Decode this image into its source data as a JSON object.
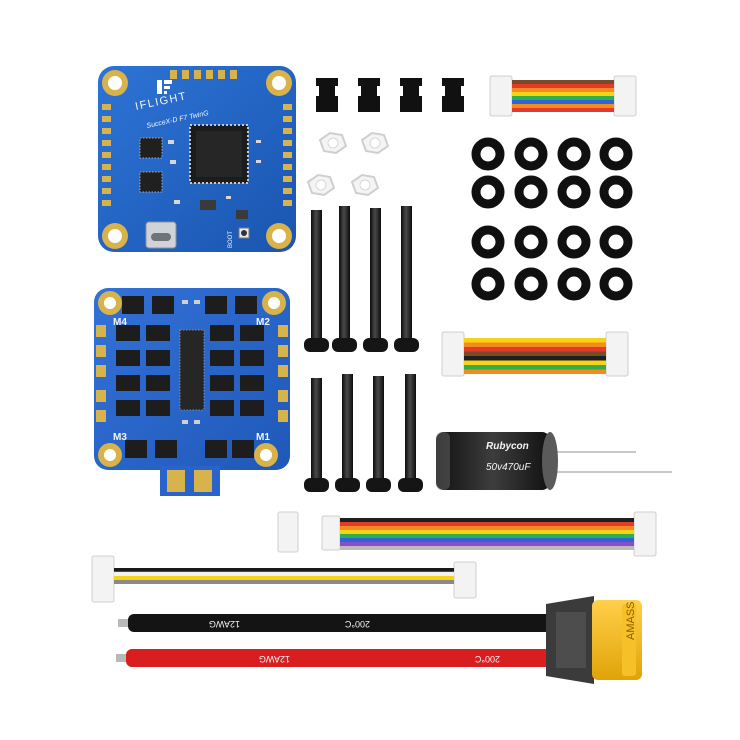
{
  "fc": {
    "brand": "IFLIGHT",
    "model": "SucceX-D F7 TwinG",
    "label_boot": "BOOT"
  },
  "esc": {
    "m1": "M1",
    "m2": "M2",
    "m3": "M3",
    "m4": "M4"
  },
  "capacitor": {
    "brand": "Rubycon",
    "rating": "50v470uF"
  },
  "wires": {
    "gauge_black": "12AWG",
    "temp_black": "200°C",
    "gauge_red": "12AWG",
    "temp_red": "200°C"
  },
  "xt60": {
    "mark": "AMASS"
  },
  "colors": {
    "fc_board": "#1f5fbf",
    "esc_board": "#2a63c9",
    "pad_gold": "#d8b24a",
    "xt60_yellow": "#f1b712",
    "wire_red": "#d81e1e",
    "wire_black": "#141414"
  },
  "icons": {
    "fc_logo": "iflight-logo-icon",
    "usb": "usb-c-port-icon"
  }
}
